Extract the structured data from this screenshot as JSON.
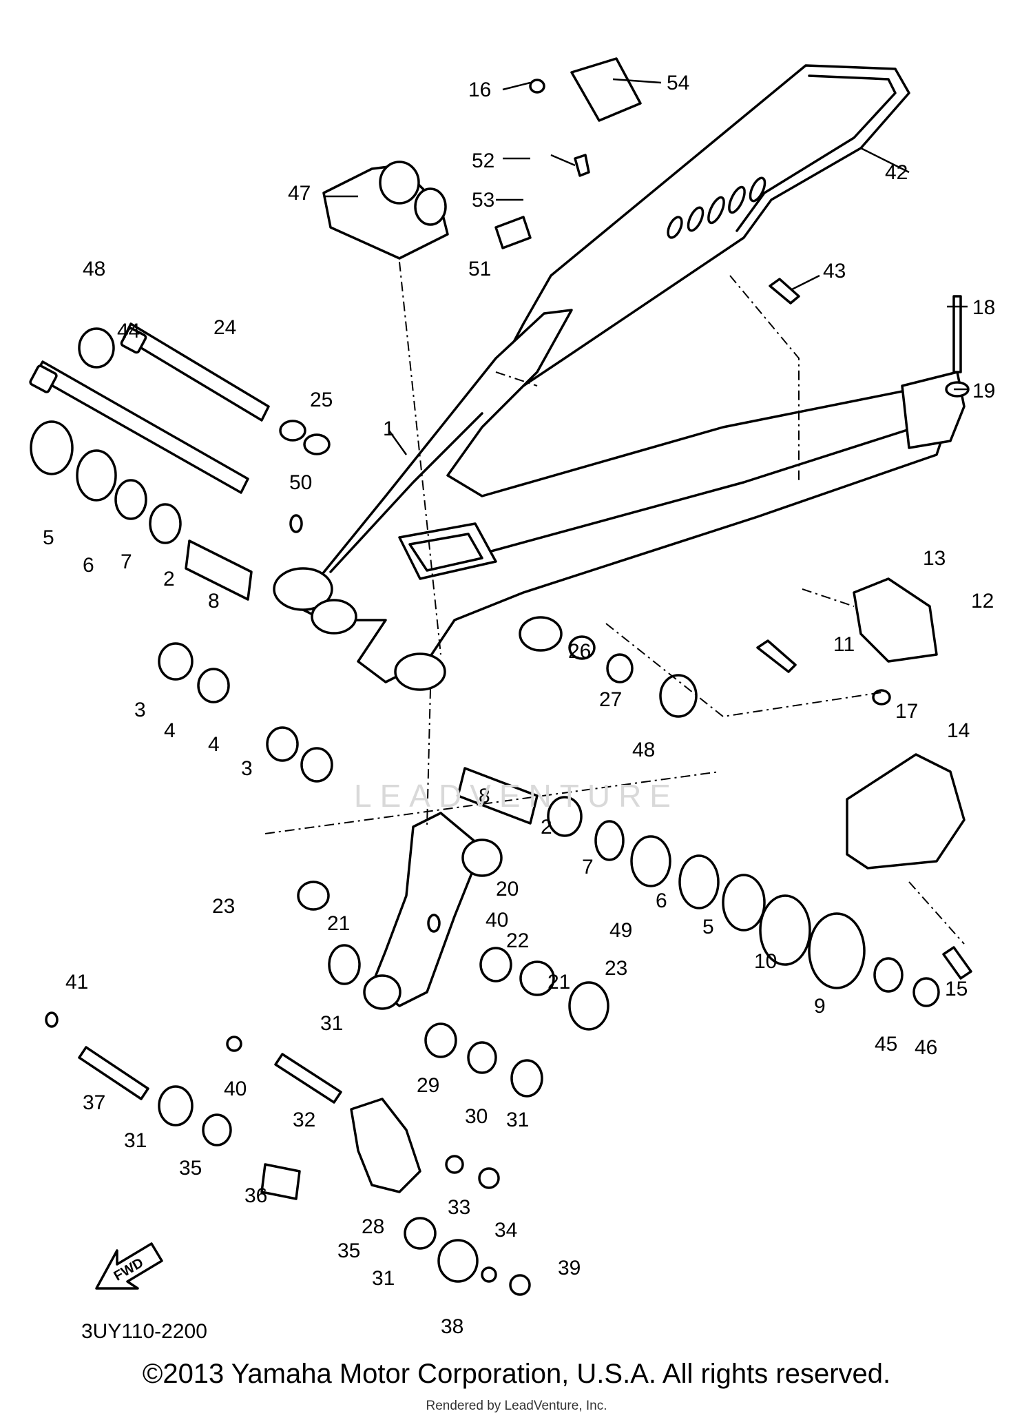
{
  "diagram": {
    "code": "3UY110-2200",
    "fwd_label": "FWD",
    "watermark": "LEADVENTURE",
    "copyright": "©2013 Yamaha Motor Corporation, U.S.A. All rights reserved.",
    "rendered_by": "Rendered by LeadVenture, Inc.",
    "callouts": [
      "1",
      "2",
      "2",
      "3",
      "3",
      "4",
      "4",
      "5",
      "5",
      "6",
      "6",
      "7",
      "7",
      "8",
      "8",
      "9",
      "10",
      "11",
      "12",
      "13",
      "14",
      "15",
      "16",
      "17",
      "18",
      "19",
      "20",
      "21",
      "21",
      "22",
      "23",
      "23",
      "24",
      "25",
      "26",
      "27",
      "28",
      "29",
      "30",
      "31",
      "31",
      "31",
      "31",
      "32",
      "33",
      "34",
      "35",
      "35",
      "36",
      "37",
      "38",
      "39",
      "40",
      "40",
      "41",
      "42",
      "43",
      "44",
      "45",
      "46",
      "47",
      "48",
      "48",
      "49",
      "50",
      "51",
      "52",
      "53",
      "54"
    ]
  }
}
